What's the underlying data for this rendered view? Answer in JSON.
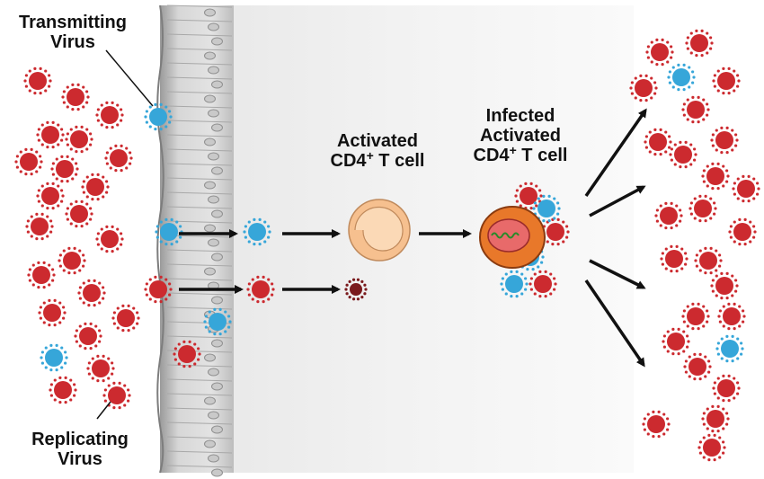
{
  "labels": {
    "transmitting_line1": "Transmitting",
    "transmitting_line2": "Virus",
    "replicating_line1": "Replicating",
    "replicating_line2": "Virus",
    "activated_line1": "Activated",
    "activated_line2_prefix": "CD4",
    "activated_line2_sup": "+",
    "activated_line2_suffix": " T cell",
    "infected_line1": "Infected",
    "infected_line2": "Activated",
    "infected_line3_prefix": "CD4",
    "infected_line3_sup": "+",
    "infected_line3_suffix": " T cell"
  },
  "colors": {
    "replicating_virus": "#cc2a2f",
    "transmitting_virus": "#36a6d9",
    "defective_virus": "#7a1a1d",
    "activated_cell_outer": "#f6c08f",
    "infected_cell_outer": "#e8782a",
    "nucleus": "#e86a6a",
    "epithelium": "#d9d9d9",
    "lumen": "#f0f0f0",
    "arrow": "#111111"
  }
}
